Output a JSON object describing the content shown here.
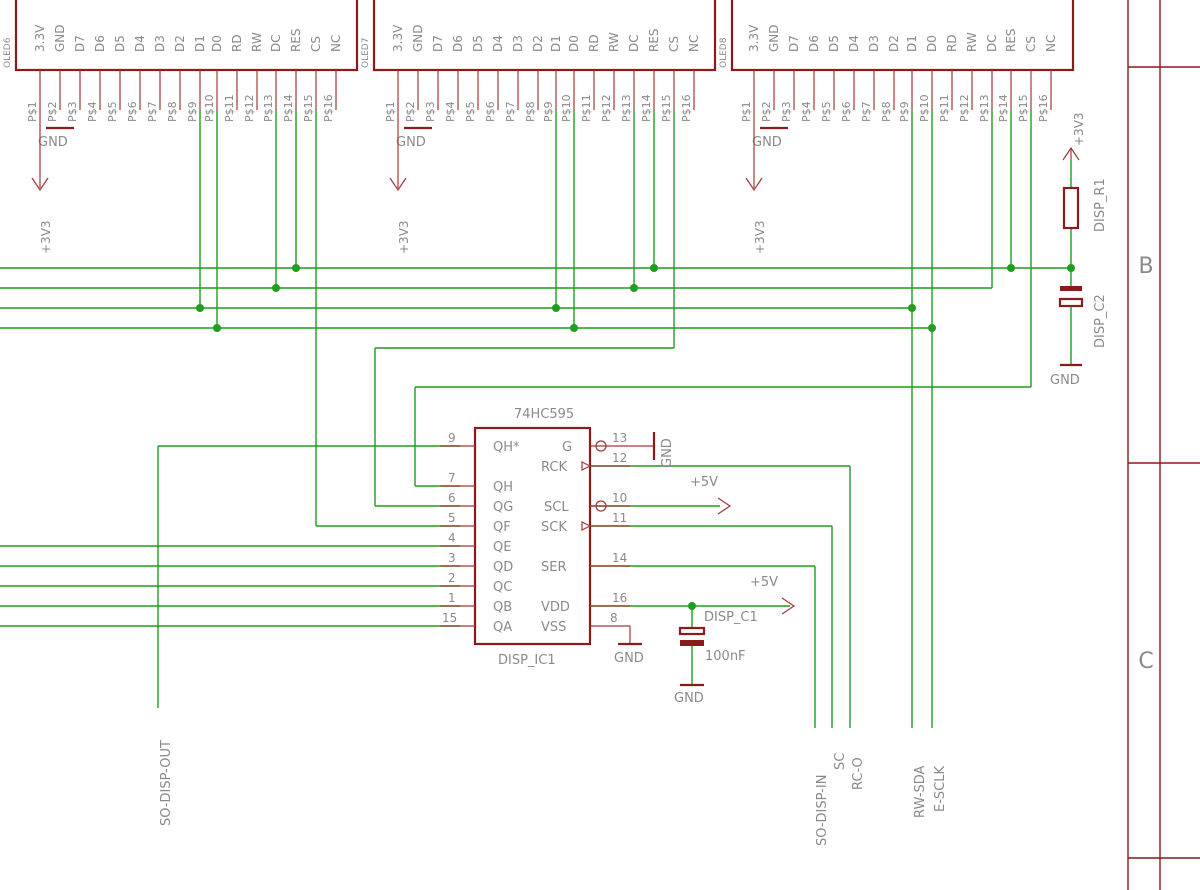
{
  "oled_pin_functions": [
    "3.3V",
    "GND",
    "D7",
    "D6",
    "D5",
    "D4",
    "D3",
    "D2",
    "D1",
    "D0",
    "RD",
    "RW",
    "DC",
    "RES",
    "CS",
    "NC"
  ],
  "oled_modules": [
    {
      "name": "OLED6",
      "pins": [
        "P$1",
        "P$2",
        "P$3",
        "P$4",
        "P$5",
        "P$6",
        "P$7",
        "P$8",
        "P$9",
        "P$10",
        "P$11",
        "P$12",
        "P$13",
        "P$14",
        "P$15",
        "P$16"
      ],
      "ground": "GND",
      "supply": "+3V3"
    },
    {
      "name": "OLED7",
      "pins": [
        "P$1",
        "P$2",
        "P$3",
        "P$4",
        "P$5",
        "P$6",
        "P$7",
        "P$8",
        "P$9",
        "P$10",
        "P$11",
        "P$12",
        "P$13",
        "P$14",
        "P$15",
        "P$16"
      ],
      "ground": "GND",
      "supply": "+3V3"
    },
    {
      "name": "OLED8",
      "pins": [
        "P$1",
        "P$2",
        "P$3",
        "P$4",
        "P$5",
        "P$6",
        "P$7",
        "P$8",
        "P$9",
        "P$10",
        "P$11",
        "P$12",
        "P$13",
        "P$14",
        "P$15",
        "P$16"
      ],
      "ground": "GND",
      "supply": "+3V3"
    }
  ],
  "ic": {
    "part": "74HC595",
    "name": "DISP_IC1",
    "left_pins": [
      {
        "num": "9",
        "label": "QH*"
      },
      {
        "num": "7",
        "label": "QH"
      },
      {
        "num": "6",
        "label": "QG"
      },
      {
        "num": "5",
        "label": "QF"
      },
      {
        "num": "4",
        "label": "QE"
      },
      {
        "num": "3",
        "label": "QD"
      },
      {
        "num": "2",
        "label": "QC"
      },
      {
        "num": "1",
        "label": "QB"
      },
      {
        "num": "15",
        "label": "QA"
      }
    ],
    "right_pins": [
      {
        "num": "13",
        "label": "G"
      },
      {
        "num": "12",
        "label": "RCK"
      },
      {
        "num": "10",
        "label": "SCL"
      },
      {
        "num": "11",
        "label": "SCK"
      },
      {
        "num": "14",
        "label": "SER"
      },
      {
        "num": "16",
        "label": "VDD"
      },
      {
        "num": "8",
        "label": "VSS"
      }
    ],
    "ground": "GND",
    "supply": "+5V"
  },
  "components": {
    "r1": "DISP_R1",
    "c2": "DISP_C2",
    "c1": "DISP_C1",
    "c1_value": "100nF",
    "supply_3v3": "+3V3",
    "supply_5v": "+5V",
    "ground": "GND"
  },
  "net_labels": [
    "SO-DISP-OUT",
    "SO-DISP-IN",
    "SC",
    "RC-O",
    "RW-SDA",
    "E-SCLK"
  ],
  "frame_rows": [
    "B",
    "C"
  ],
  "colors": {
    "part": "#8b1a1a",
    "wire": "#1f9e1f",
    "text": "#8a8a8a"
  }
}
